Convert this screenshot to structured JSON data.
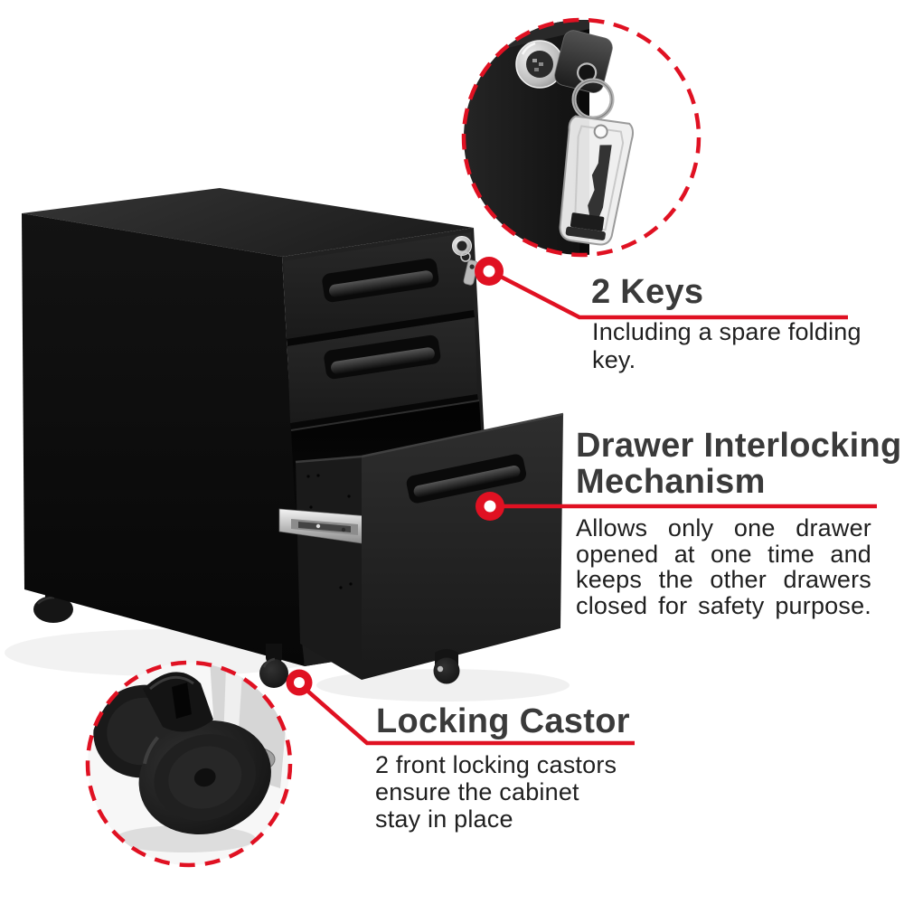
{
  "colors": {
    "accent": "#e01122",
    "heading_text": "#3a3a3a",
    "body_text": "#1f1f1f",
    "cabinet_black": "#111111"
  },
  "callouts": {
    "keys": {
      "title": "2 Keys",
      "body_lines": [
        "Including a spare folding",
        "key."
      ]
    },
    "interlock": {
      "title_lines": [
        "Drawer Interlocking",
        "Mechanism"
      ],
      "body_lines": [
        "Allows only one drawer",
        "opened at one time and",
        "keeps the other drawers",
        "closed for safety purpose."
      ]
    },
    "castor": {
      "title": "Locking Castor",
      "body_lines": [
        "2 front locking castors",
        "ensure the cabinet",
        "stay in place"
      ]
    }
  },
  "illustration": {
    "product": "black-3-drawer-mobile-file-cabinet",
    "detail_circles": [
      "lock-and-keys-closeup",
      "locking-castor-closeup"
    ]
  }
}
